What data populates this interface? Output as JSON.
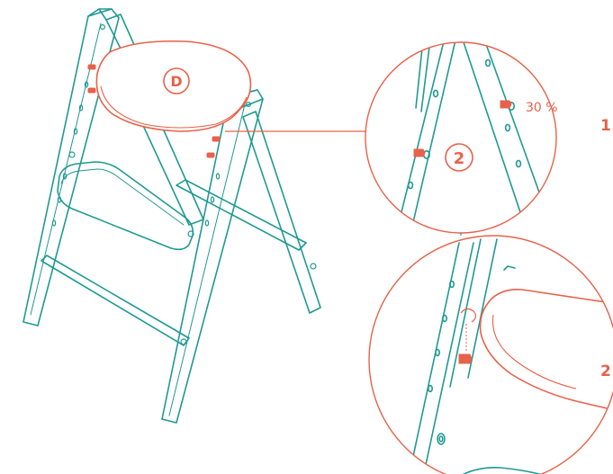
{
  "colors": {
    "frame": "#1e9a93",
    "accent": "#e8614a",
    "background": "#ffffff"
  },
  "labels": {
    "seat_part": "D",
    "detail_top_number": "2",
    "torque_note": "30 %"
  },
  "steps": {
    "step_1": "1",
    "step_2": "2"
  }
}
